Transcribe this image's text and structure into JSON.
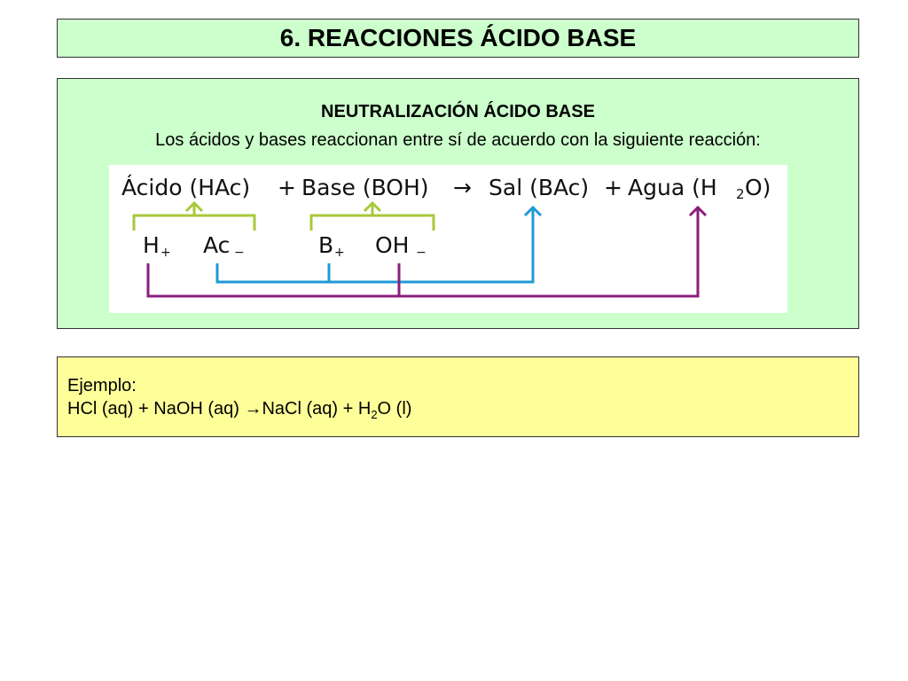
{
  "title": "6. REACCIONES ÁCIDO BASE",
  "neutralization": {
    "heading": "NEUTRALIZACIÓN ÁCIDO BASE",
    "description": "Los ácidos y bases reaccionan entre sí de acuerdo con la siguiente reacción:",
    "diagram": {
      "equation": {
        "acid": "Ácido (HAc)",
        "plus1": "+",
        "base": "Base (BOH)",
        "arrow": "→",
        "salt": "Sal (BAc)",
        "plus2": "+",
        "water_prefix": "Agua (H",
        "water_sub": "2",
        "water_suffix": "O)"
      },
      "ions": {
        "h": "H",
        "h_charge": "+",
        "ac": "Ac",
        "ac_charge": "−",
        "b": "B",
        "b_charge": "+",
        "oh": "OH",
        "oh_charge": "−"
      },
      "colors": {
        "bracket": "#a8c93a",
        "salt_line": "#1f9ad6",
        "water_line": "#8b1e7e"
      }
    }
  },
  "example": {
    "label": "Ejemplo:",
    "line_pre": "HCl (aq) + NaOH (aq) →NaCl (aq) + H",
    "line_sub": "2",
    "line_post": "O (l)"
  }
}
